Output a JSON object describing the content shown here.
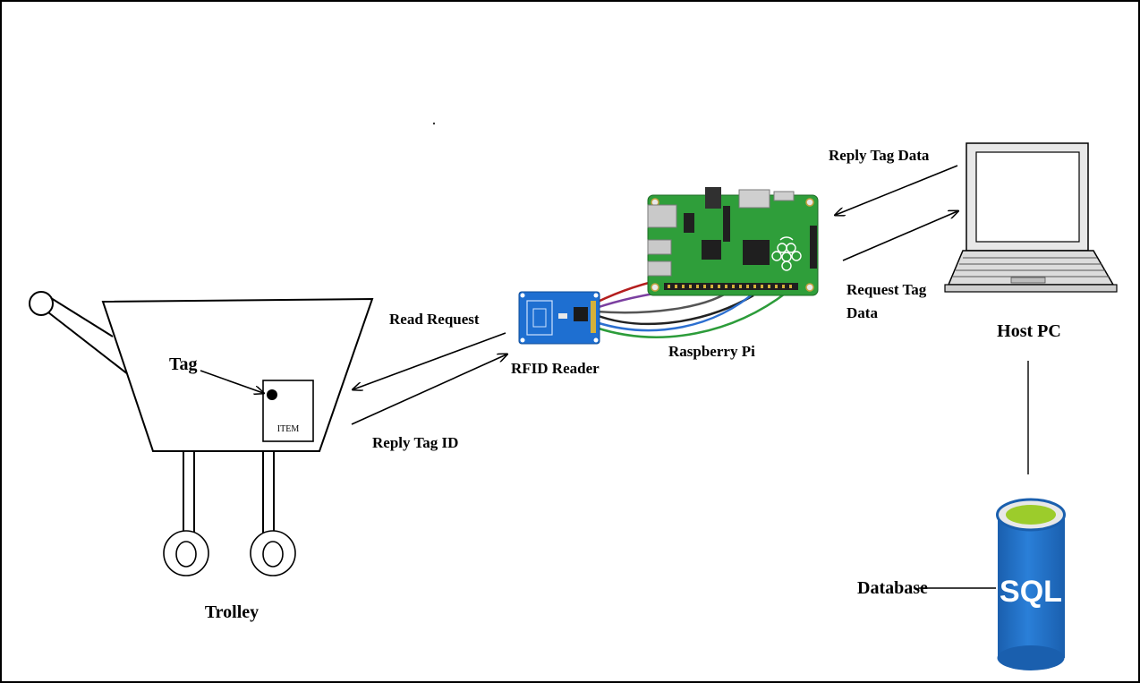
{
  "diagram": {
    "labels": {
      "tag": "Tag",
      "item": "ITEM",
      "trolley": "Trolley",
      "read_request": "Read Request",
      "reply_tag_id": "Reply Tag ID",
      "rfid_reader": "RFID Reader",
      "raspberry_pi": "Raspberry Pi",
      "reply_tag_data": "Reply Tag Data",
      "request_tag_data_line1": "Request Tag",
      "request_tag_data_line2": "Data",
      "host_pc": "Host PC",
      "database": "Database",
      "sql": "SQL"
    },
    "colors": {
      "rfid_board": "#1e6fd1",
      "pi_board": "#2f9e3a",
      "sql_blue": "#1f6fc2",
      "sql_top": "#9ccc2b",
      "wire_red": "#b41e1e",
      "wire_purple": "#7b3fa0",
      "wire_blue": "#2c6fd0",
      "wire_green": "#2c9c3a",
      "wire_black": "#222222"
    }
  }
}
